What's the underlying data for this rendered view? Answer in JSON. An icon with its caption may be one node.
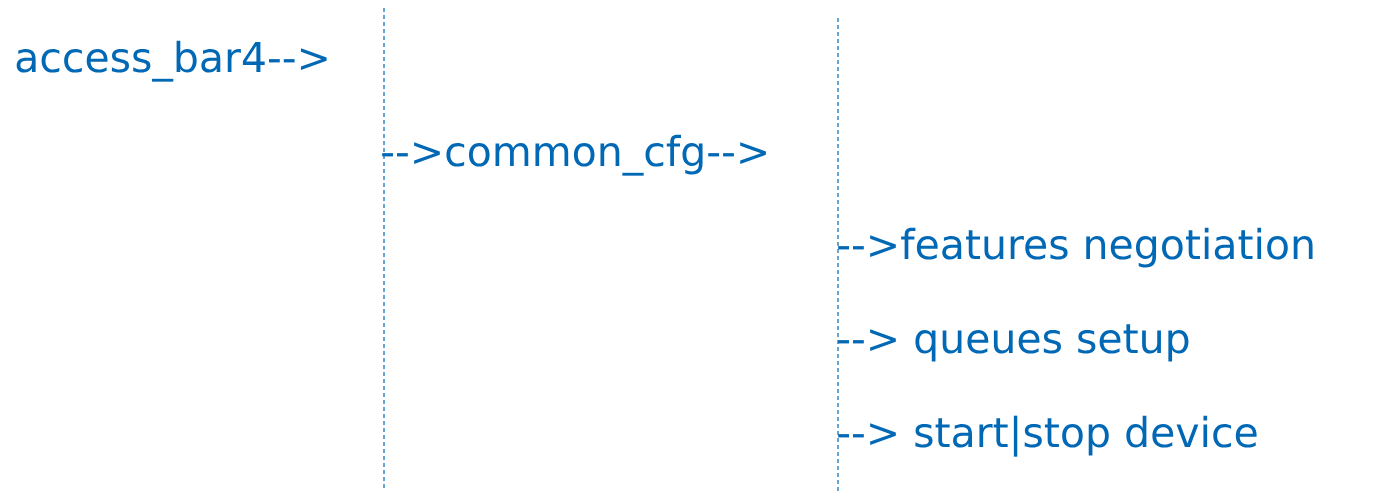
{
  "diagram": {
    "labels": [
      "access_bar4-->",
      "-->common_cfg-->",
      "-->features negotiation",
      "--> queues setup",
      "--> start|stop device"
    ]
  }
}
